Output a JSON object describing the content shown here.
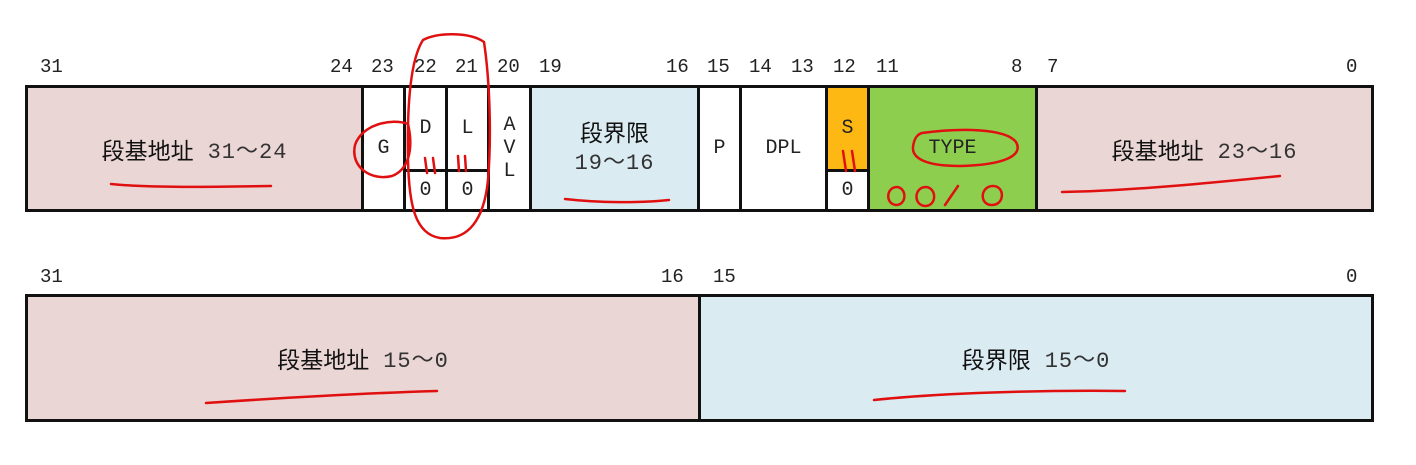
{
  "row1": {
    "bit_labels": [
      "31",
      "24",
      "23",
      "22",
      "21",
      "20",
      "19",
      "16",
      "15",
      "14",
      "13",
      "12",
      "11",
      "8",
      "7",
      "0"
    ],
    "base_high": {
      "name": "段基地址",
      "range": "31～24"
    },
    "g": "G",
    "d": {
      "top": "D",
      "bottom": "0"
    },
    "l": {
      "top": "L",
      "bottom": "0"
    },
    "avl": [
      "A",
      "V",
      "L"
    ],
    "limit_high": {
      "name": "段界限",
      "range": "19～16"
    },
    "p": "P",
    "dpl": "DPL",
    "s": {
      "top": "S",
      "bottom": "0"
    },
    "type": "TYPE",
    "base_mid": {
      "name": "段基地址",
      "range": "23～16"
    }
  },
  "row2": {
    "bit_labels": [
      "31",
      "16",
      "15",
      "0"
    ],
    "base_low": {
      "name": "段基地址",
      "range": "15～0"
    },
    "limit_low": {
      "name": "段界限",
      "range": "15～0"
    }
  },
  "annotations": {
    "type_value": "0010",
    "color": "#e01010"
  }
}
